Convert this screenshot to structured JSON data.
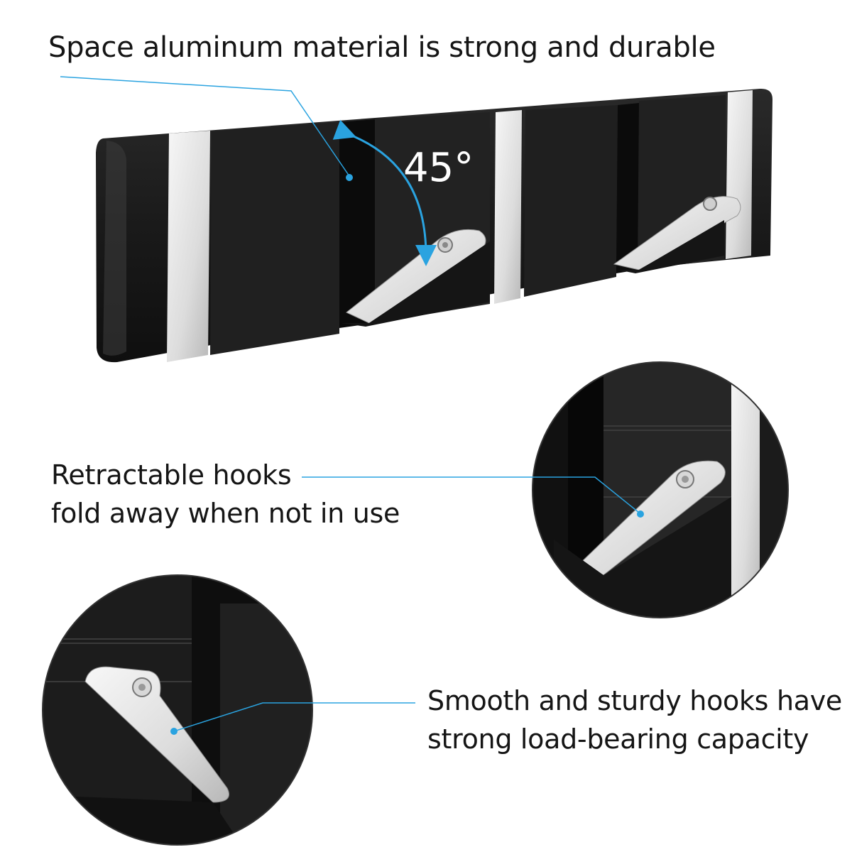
{
  "captions": {
    "top": "Space aluminum material is strong and durable",
    "middle": [
      "Retractable hooks",
      "fold away when not in use"
    ],
    "bottom": [
      "Smooth and sturdy hooks have",
      "strong load-bearing capacity"
    ]
  },
  "angle_label": "45°",
  "colors": {
    "rack_black": "#1b1b1b",
    "rack_panel": "#222222",
    "hook_silver": "#e8e8e8",
    "callout_blue": "#2aa3e0"
  }
}
